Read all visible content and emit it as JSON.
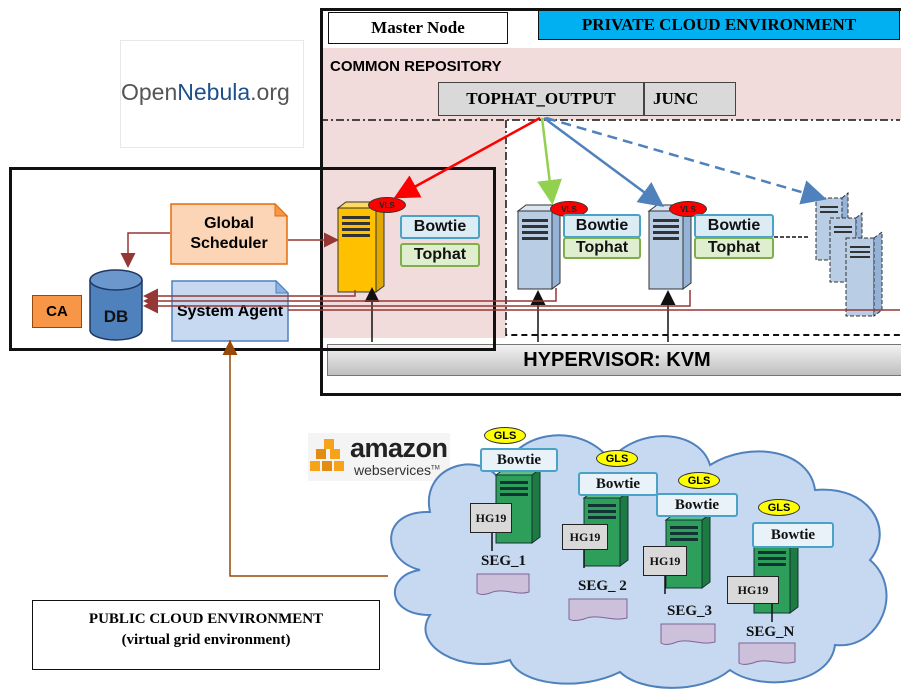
{
  "private_cloud": {
    "master_node": "Master Node",
    "env_title": "PRIVATE CLOUD ENVIRONMENT",
    "repository": "COMMON REPOSITORY",
    "tophat_output": "TOPHAT_OUTPUT",
    "junc": "JUNC",
    "hypervisor": "HYPERVISOR: KVM"
  },
  "opennebula_logo": {
    "part1": "Open",
    "part2": "Nebula",
    "part3": ".org"
  },
  "master": {
    "global_scheduler": "Global Scheduler",
    "system_agent": "System Agent",
    "db": "DB",
    "ca": "CA"
  },
  "vm_nodes": [
    {
      "vls": "VLS",
      "bowtie": "Bowtie",
      "tophat": "Tophat"
    },
    {
      "vls": "VLS",
      "bowtie": "Bowtie",
      "tophat": "Tophat"
    },
    {
      "vls": "VLS",
      "bowtie": "Bowtie",
      "tophat": "Tophat"
    }
  ],
  "amazon_logo": {
    "name": "amazon",
    "sub": "webservices",
    "tm": "TM"
  },
  "public_nodes": [
    {
      "gls": "GLS",
      "bowtie": "Bowtie",
      "hg": "HG19",
      "seg": "SEG_1"
    },
    {
      "gls": "GLS",
      "bowtie": "Bowtie",
      "hg": "HG19",
      "seg": "SEG_ 2"
    },
    {
      "gls": "GLS",
      "bowtie": "Bowtie",
      "hg": "HG19",
      "seg": "SEG_3"
    },
    {
      "gls": "GLS",
      "bowtie": "Bowtie",
      "hg": "HG19",
      "seg": "SEG_N"
    }
  ],
  "public_cloud": {
    "line1": "PUBLIC CLOUD ENVIRONMENT",
    "line2": "(virtual grid environment)"
  },
  "colors": {
    "repo_bg": "#f2dcdb",
    "env_title_bg": "#00b0f0",
    "scheduler_bg": "#fbd5b5",
    "scheduler_border": "#e46c0a",
    "agent_bg": "#c6d9f1",
    "ca_bg": "#f79646",
    "db_fill": "#4f81bd",
    "master_server": "#ffc000",
    "vm_server": "#b9cde5",
    "public_server": "#2e9e5b",
    "cloud_fill": "#c6d9f1",
    "arrow_red": "#ff0000",
    "arrow_green": "#92d050",
    "arrow_blue": "#4f81bd",
    "link_brown": "#984807",
    "link_maroon": "#953735"
  }
}
